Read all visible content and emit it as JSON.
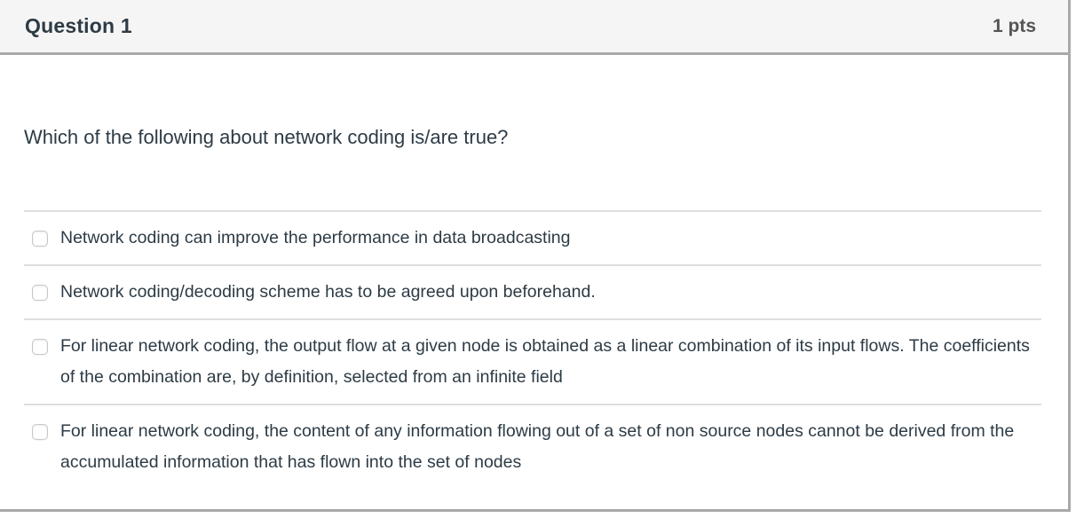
{
  "question": {
    "header": {
      "title": "Question 1",
      "points": "1 pts"
    },
    "prompt": "Which of the following about network coding is/are true?",
    "options": [
      {
        "label": "Network coding can improve the performance in data broadcasting",
        "checked": false
      },
      {
        "label": "Network coding/decoding scheme has to be agreed upon beforehand.",
        "checked": false
      },
      {
        "label": "For linear network coding, the output flow at a given node is obtained as a linear combination of its input flows. The coefficients of the combination are, by definition, selected from an infinite field",
        "checked": false
      },
      {
        "label": "For linear network coding, the content of any information flowing out of a set of non source nodes cannot be derived from the accumulated information that has flown into the set of nodes",
        "checked": false
      }
    ]
  },
  "colors": {
    "header_background": "#f5f5f5",
    "outer_border": "#a9a9a9",
    "row_divider": "#dedede",
    "text": "#2d3b45",
    "points_text": "#555555",
    "checkbox_border": "#c7c7c7"
  }
}
